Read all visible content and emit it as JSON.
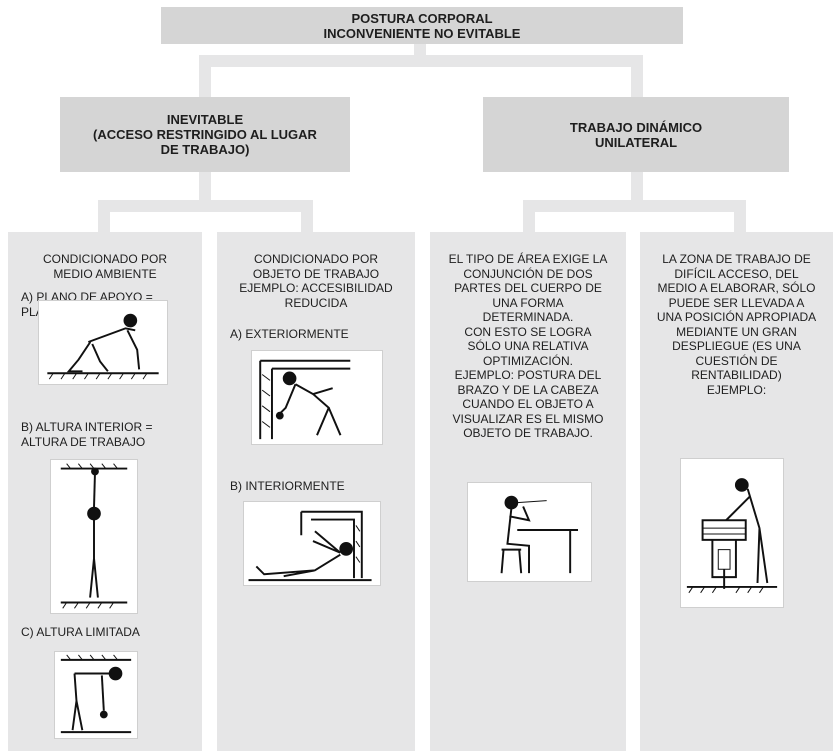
{
  "root": {
    "line1": "POSTURA CORPORAL",
    "line2": "INCONVENIENTE NO EVITABLE"
  },
  "level2": {
    "left": {
      "line1": "INEVITABLE",
      "line2": "(ACCESO RESTRINGIDO AL LUGAR",
      "line3": "DE TRABAJO)"
    },
    "right": {
      "line1": "TRABAJO DINÁMICO",
      "line2": "UNILATERAL"
    }
  },
  "columns": {
    "c1": {
      "heading": "CONDICIONADO POR\nMEDIO AMBIENTE",
      "item_a": "A) PLANO DE APOYO =\nPLANO DE TRABAJO",
      "item_b": "B) ALTURA INTERIOR =\nALTURA DE TRABAJO",
      "item_c": "C) ALTURA LIMITADA"
    },
    "c2": {
      "heading": "CONDICIONADO POR\nOBJETO DE TRABAJO\nEJEMPLO: ACCESIBILIDAD\nREDUCIDA",
      "item_a": "A) EXTERIORMENTE",
      "item_b": "B) INTERIORMENTE"
    },
    "c3": {
      "text": "EL TIPO DE ÁREA EXIGE LA\nCONJUNCIÓN DE DOS\nPARTES DEL CUERPO DE\nUNA FORMA\nDETERMINADA.\nCON ESTO SE LOGRA\nSÓLO UNA RELATIVA\nOPTIMIZACIÓN.\nEJEMPLO: POSTURA DEL\nBRAZO Y DE LA CABEZA\nCUANDO EL OBJETO A\nVISUALIZAR ES EL MISMO\nOBJETO DE TRABAJO."
    },
    "c4": {
      "text": "LA ZONA DE TRABAJO DE\nDIFÍCIL ACCESO, DEL\nMEDIO A ELABORAR, SÓLO\nPUEDE SER LLEVADA A\nUNA POSICIÓN APROPIADA\nMEDIANTE UN GRAN\nDESPLIEGUE (ES UNA\nCUESTIÓN DE\nRENTABILIDAD)\nEJEMPLO:"
    }
  },
  "colors": {
    "box": "#d5d5d5",
    "column": "#e6e6e7",
    "connector": "#e6e6e7",
    "text": "#1e1e1e"
  },
  "figures": [
    "kneeling-worker-figure",
    "hanging-arm-figure",
    "bent-over-figure",
    "squatting-worker-figure",
    "lying-worker-figure",
    "seated-desk-worker-figure",
    "leaning-machine-worker-figure"
  ]
}
